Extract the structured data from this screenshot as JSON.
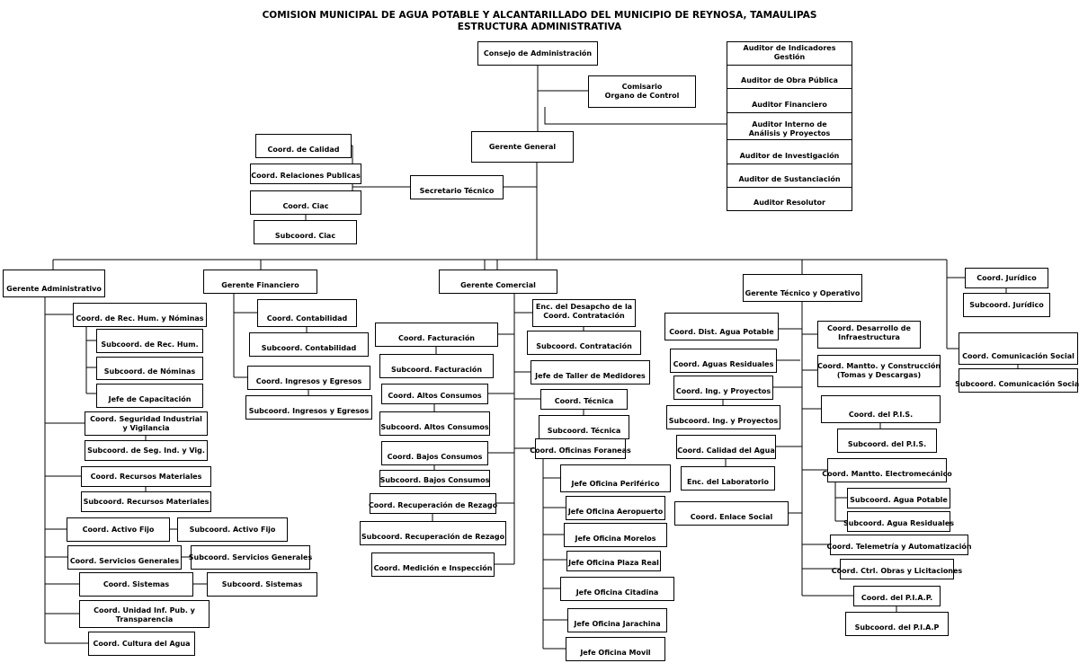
{
  "title": "COMISION MUNICIPAL DE AGUA POTABLE Y ALCANTARILLADO DEL MUNICIPIO DE REYNOSA, TAMAULIPAS",
  "subtitle": "ESTRUCTURA ADMINISTRATIVA",
  "top": {
    "consejo": "Consejo de Administración",
    "comisario_1": "Comisario",
    "comisario_2": "Organo de Control",
    "gerente_general": "Gerente General",
    "secretario": "Secretario Técnico",
    "calidad": "Coord. de Calidad",
    "relaciones": "Coord. Relaciones Publicas",
    "ciac": "Coord. Ciac",
    "sub_ciac": "Subcoord. Ciac"
  },
  "auditores": [
    "Auditor de Indicadores Gestión",
    "Auditor de Obra Pública",
    "Auditor Financiero",
    "Auditor Interno de Análisis y Proyectos",
    "Auditor de Investigación",
    "Auditor de Sustanciación",
    "Auditor Resolutor"
  ],
  "administrativo": {
    "head": "Gerente Administrativo",
    "rec_hum": "Coord. de Rec. Hum. y Nóminas",
    "sub_rec_hum": "Subcoord. de Rec. Hum.",
    "sub_nominas": "Subcoord. de Nóminas",
    "capacitacion": "Jefe de Capacitación",
    "seguridad_1": "Coord. Seguridad Industrial",
    "seguridad_2": "y Vigilancia",
    "sub_seguridad": "Subcoord. de Seg. Ind. y Vig.",
    "rec_mat": "Coord. Recursos Materiales",
    "sub_rec_mat": "Subcoord. Recursos Materiales",
    "activo": "Coord. Activo Fijo",
    "sub_activo": "Subcoord. Activo Fijo",
    "servicios": "Coord. Servicios Generales",
    "sub_servicios": "Subcoord. Servicios Generales",
    "sistemas": "Coord. Sistemas",
    "sub_sistemas": "Subcoord. Sistemas",
    "unidad_1": "Coord. Unidad Inf. Pub. y",
    "unidad_2": "Transparencia",
    "cultura": "Coord. Cultura del Agua"
  },
  "financiero": {
    "head": "Gerente Financiero",
    "contabilidad": "Coord. Contabilidad",
    "sub_contabilidad": "Subcoord. Contabilidad",
    "ingresos": "Coord. Ingresos y Egresos",
    "sub_ingresos": "Subcoord. Ingresos y Egresos"
  },
  "comercial": {
    "head": "Gerente Comercial",
    "facturacion": "Coord. Facturación",
    "sub_facturacion": "Subcoord. Facturación",
    "altos": "Coord. Altos Consumos",
    "sub_altos": "Subcoord. Altos Consumos",
    "bajos": "Coord. Bajos Consumos",
    "sub_bajos": "Subcoord. Bajos Consumos",
    "rezago": "Coord. Recuperación de Rezago",
    "sub_rezago": "Subcoord. Recuperación de Rezago",
    "medicion": "Coord. Medición e Inspección",
    "contratacion_1": "Enc. del Desapcho de la",
    "contratacion_2": "Coord. Contratación",
    "sub_contratacion": "Subcoord. Contratación",
    "taller": "Jefe de Taller de Medidores",
    "tecnica": "Coord. Técnica",
    "sub_tecnica": "Subcoord. Técnica",
    "foraneas": "Coord. Oficinas Foraneas",
    "oficinas": [
      "Jefe Oficina Periférico",
      "Jefe Oficina Aeropuerto",
      "Jefe Oficina Morelos",
      "Jefe Oficina Plaza Real",
      "Jefe Oficina Citadina",
      "Jefe Oficina Jarachina",
      "Jefe Oficina Movil"
    ]
  },
  "tecnico": {
    "head": "Gerente Técnico y Operativo",
    "dist_agua": "Coord. Dist. Agua Potable",
    "aguas_res": "Coord. Aguas Residuales",
    "ing_proy": "Coord. Ing. y Proyectos",
    "sub_ing_proy": "Subcoord. Ing. y Proyectos",
    "calidad_agua": "Coord. Calidad del Agua",
    "laboratorio": "Enc. del Laboratorio",
    "enlace": "Coord. Enlace Social",
    "desarrollo_1": "Coord. Desarrollo de",
    "desarrollo_2": "Infraestructura",
    "mantto_1": "Coord. Mantto. y Construcción",
    "mantto_2": "(Tomas y Descargas)",
    "pis": "Coord. del P.I.S.",
    "sub_pis": "Subcoord. del P.I.S.",
    "electro": "Coord. Mantto. Electromecánico",
    "sub_agua_potable": "Subcoord. Agua Potable",
    "sub_agua_res": "Subcoord. Agua Residuales",
    "telemetria": "Coord. Telemetría y Automatización",
    "obras": "Coord. Ctrl. Obras y Licitaciones",
    "piap": "Coord. del P.I.A.P.",
    "sub_piap": "Subcoord. del P.I.A.P"
  },
  "juridico": {
    "coord": "Coord. Jurídico",
    "sub": "Subcoord. Jurídico",
    "comunicacion": "Coord. Comunicación Social",
    "sub_comunicacion": "Subcoord. Comunicación Social"
  }
}
